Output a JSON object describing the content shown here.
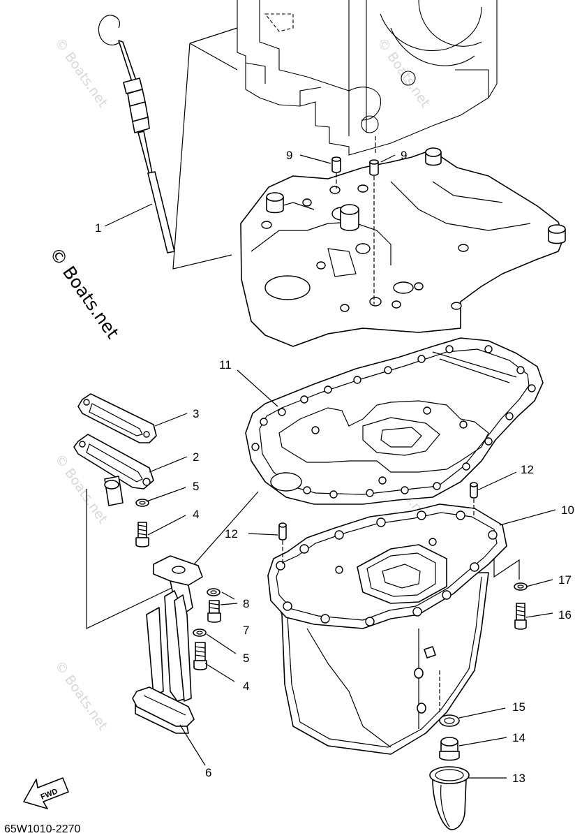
{
  "diagram": {
    "part_code": "65W1010-2270",
    "watermark": "© Boats.net",
    "fwd_label": "FWD",
    "callouts": {
      "c1": "1",
      "c2": "2",
      "c3": "3",
      "c4a": "4",
      "c4b": "4",
      "c5a": "5",
      "c5b": "5",
      "c6": "6",
      "c7": "7",
      "c8": "8",
      "c9a": "9",
      "c9b": "9",
      "c10": "10",
      "c11": "11",
      "c12a": "12",
      "c12b": "12",
      "c13": "13",
      "c14": "14",
      "c15": "15",
      "c16": "16",
      "c17": "17"
    }
  }
}
